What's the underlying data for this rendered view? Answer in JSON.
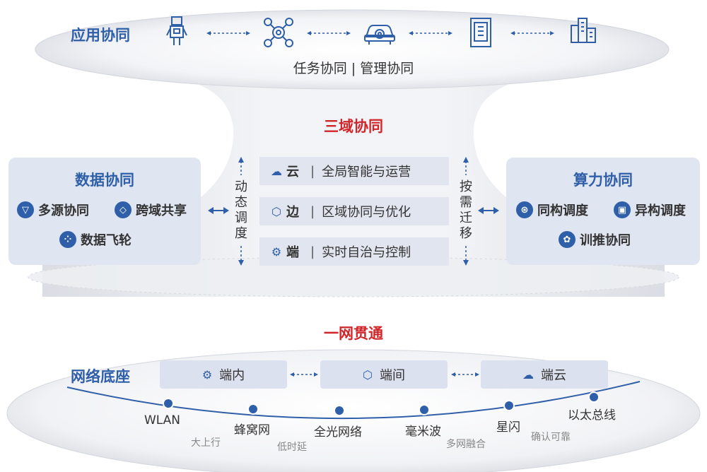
{
  "colors": {
    "primary_blue": "#2f5fa8",
    "accent_red": "#d0262a",
    "panel_bg": "#dfe5f1"
  },
  "app_layer": {
    "title": "应用协同",
    "subtitle": "任务协同 | 管理协同",
    "icons": [
      "robot-icon",
      "drone-icon",
      "car-icon",
      "tablet-icon",
      "buildings-icon"
    ]
  },
  "three_domain": {
    "title": "三域协同"
  },
  "data_panel": {
    "title": "数据协同",
    "items": [
      {
        "label": "多源协同",
        "icon": "funnel-icon"
      },
      {
        "label": "跨域共享",
        "icon": "share-diamond-icon"
      },
      {
        "label": "数据飞轮",
        "icon": "flywheel-icon"
      }
    ]
  },
  "compute_panel": {
    "title": "算力协同",
    "items": [
      {
        "label": "同构调度",
        "icon": "hub-icon"
      },
      {
        "label": "异构调度",
        "icon": "chip-square-icon"
      },
      {
        "label": "训推协同",
        "icon": "brain-icon"
      }
    ]
  },
  "dynamic_label": "动态调度",
  "ondemand_label": "按需迁移",
  "layers": [
    {
      "key": "云",
      "desc": "全局智能与运营",
      "icon": "cloud-icon"
    },
    {
      "key": "边",
      "desc": "区域协同与优化",
      "icon": "edge-cube-icon"
    },
    {
      "key": "端",
      "desc": "实时自治与控制",
      "icon": "chip-icon"
    }
  ],
  "one_network": {
    "title": "一网贯通"
  },
  "network_base": {
    "title": "网络底座",
    "boxes": [
      {
        "label": "端内",
        "icon": "chip-icon"
      },
      {
        "label": "端间",
        "icon": "edge-cube-icon"
      },
      {
        "label": "端云",
        "icon": "cloud-icon"
      }
    ],
    "nodes": [
      "WLAN",
      "蜂窝网",
      "全光网络",
      "毫米波",
      "星闪",
      "以太总线"
    ],
    "features": [
      "大上行",
      "低时延",
      "多网融合",
      "确认可靠"
    ]
  }
}
